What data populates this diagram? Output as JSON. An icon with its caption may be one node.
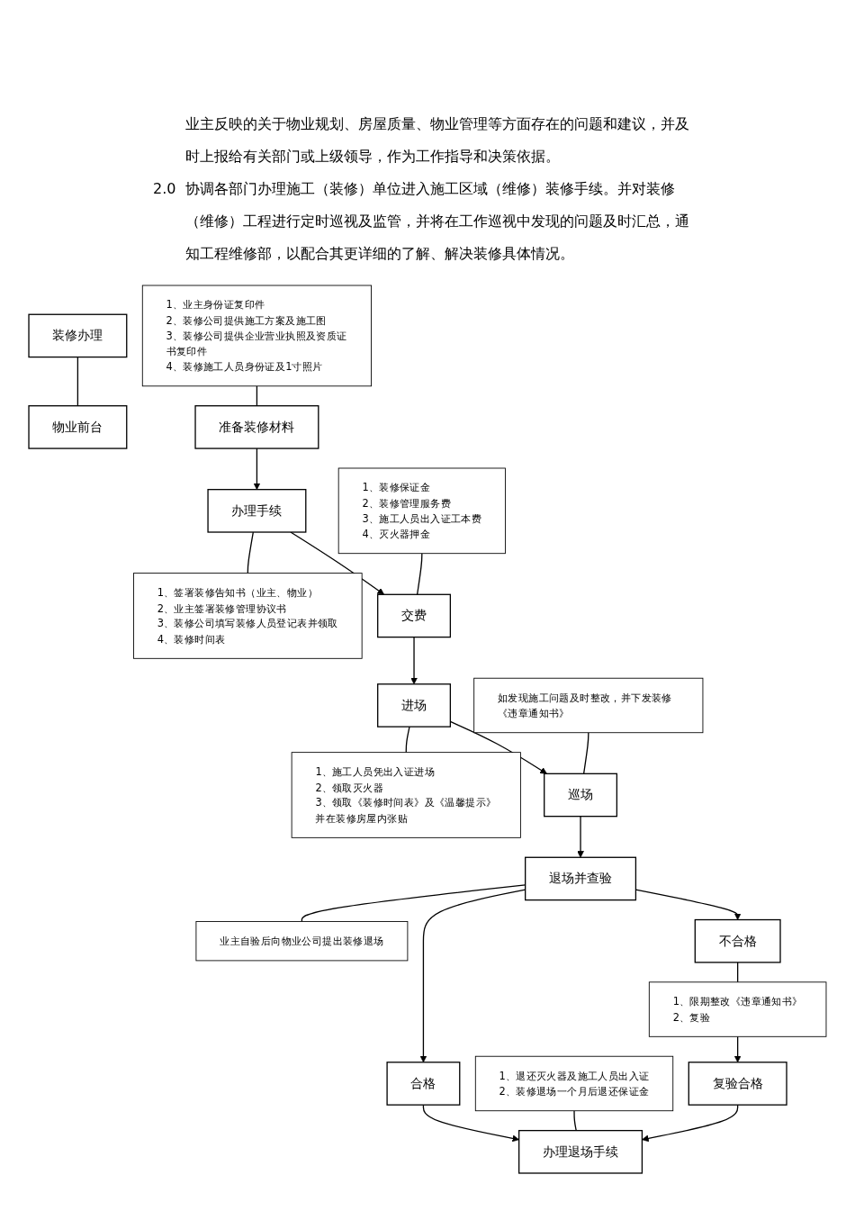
{
  "diagram": {
    "nodes": [
      {
        "text": [
          "1、业主身份证复印件",
          "2、装修公司提供施工方案及施工图",
          "3、装修公司提供企业营业执照及资质证书复印件",
          "4、装修施工人员身份证及1寸照片"
        ]
      },
      {
        "text": [
          "装修办理"
        ]
      },
      {
        "text": [
          "物业前台"
        ]
      },
      {
        "text": [
          "准备装修材料"
        ]
      },
      {
        "text": [
          "1、签署装修告知书（业主、物业）",
          "2、业主签署装修管理协议书",
          "3、装修公司填写装修人员登记表并领取",
          "4、装修时间表"
        ]
      },
      {
        "text": [
          "办理手续"
        ]
      },
      {
        "text": [
          "1、装修保证金",
          "2、装修管理服务费",
          "3、施工人员出入证工本费",
          "4、灭火器押金"
        ]
      },
      {
        "text": [
          "交费"
        ]
      },
      {
        "text": [
          "进场"
        ]
      },
      {
        "text": [
          "1、施工人员凭出入证进场",
          "2、领取灭火器",
          "3、领取《装修时间表》及《温馨提示》并在装修房屋内张贴"
        ]
      },
      {
        "text": [
          "如发现施工问题及时整改，并下发装修《违章通知书》"
        ]
      },
      {
        "text": [
          "巡场"
        ]
      },
      {
        "text": [
          "退场并查验"
        ]
      },
      {
        "text": [
          "业主自验后向物业公司提出装修退场"
        ]
      },
      {
        "text": [
          "合格"
        ]
      },
      {
        "text": [
          "不合格"
        ]
      },
      {
        "text": [
          "1、限期整改《违章通知书》",
          "2、复验"
        ]
      },
      {
        "text": [
          "1、退还灭火器及施工人员出入证",
          "2、装修退场一个月后退还保证金"
        ]
      },
      {
        "text": [
          "办理退场手续"
        ]
      },
      {
        "text": [
          "复验合格"
        ]
      }
    ],
    "edges": [
      {
        "from": 1,
        "to": 2,
        "arrow": "none"
      },
      {
        "from": 0,
        "to": 3,
        "arrow": "none"
      },
      {
        "from": 3,
        "to": 5,
        "arrow": "to"
      },
      {
        "from": 5,
        "to": 4,
        "arrow": "none"
      },
      {
        "from": 6,
        "to": 7,
        "arrow": "none"
      },
      {
        "from": 5,
        "to": 7,
        "arrow": "to"
      },
      {
        "from": 7,
        "to": 8,
        "arrow": "to"
      },
      {
        "from": 8,
        "to": 9,
        "arrow": "none"
      },
      {
        "from": 8,
        "to": 11,
        "arrow": "to"
      },
      {
        "from": 10,
        "to": 11,
        "arrow": "none"
      },
      {
        "from": 11,
        "to": 12,
        "arrow": "to"
      },
      {
        "from": 12,
        "to": 13,
        "arrow": "none"
      },
      {
        "from": 12,
        "to": 14,
        "arrow": "to"
      },
      {
        "from": 12,
        "to": 15,
        "arrow": "to"
      },
      {
        "from": 15,
        "to": 16,
        "arrow": "none"
      },
      {
        "from": 14,
        "to": 18,
        "arrow": "to"
      },
      {
        "from": 16,
        "to": 19,
        "arrow": "to"
      },
      {
        "from": 19,
        "to": 18,
        "arrow": "to"
      },
      {
        "from": 17,
        "to": 18,
        "arrow": "none"
      }
    ],
    "labels": [
      "业主反映的关于物业规划、房屋质量、物业管理等方面存在的问题和建议，并及时上报给有关部门或上级领导，作为工作指导和决策依据。",
      "2.0",
      "协调各部门办理施工（装修）单位进入施工区域（维修）装修手续。并对装修（维修）工程进行定时巡视及监管，并将在工作巡视中发现的问题及时汇总，通知工程维修部，以配合其更详细的了解、解决装修具体情况。"
    ]
  }
}
